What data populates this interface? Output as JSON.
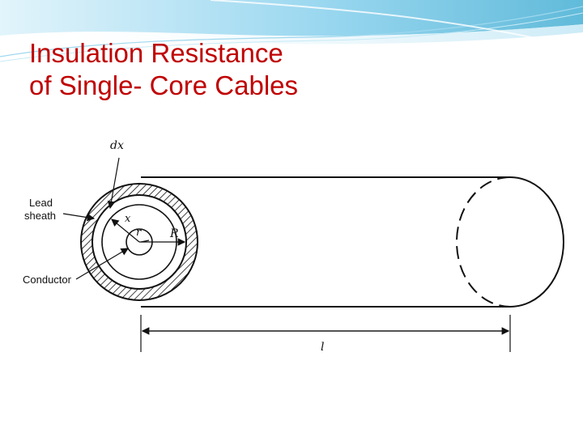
{
  "slide": {
    "title_line1": "Insulation Resistance",
    "title_line2": "of Single- Core Cables",
    "title_color": "#c00000",
    "theme_color": "#4fb3d6"
  },
  "diagram": {
    "labels": {
      "dx": "dx",
      "lead_sheath_1": "Lead",
      "lead_sheath_2": "sheath",
      "x": "x",
      "r": "r",
      "R": "R",
      "conductor": "Conductor",
      "length": "l"
    }
  }
}
